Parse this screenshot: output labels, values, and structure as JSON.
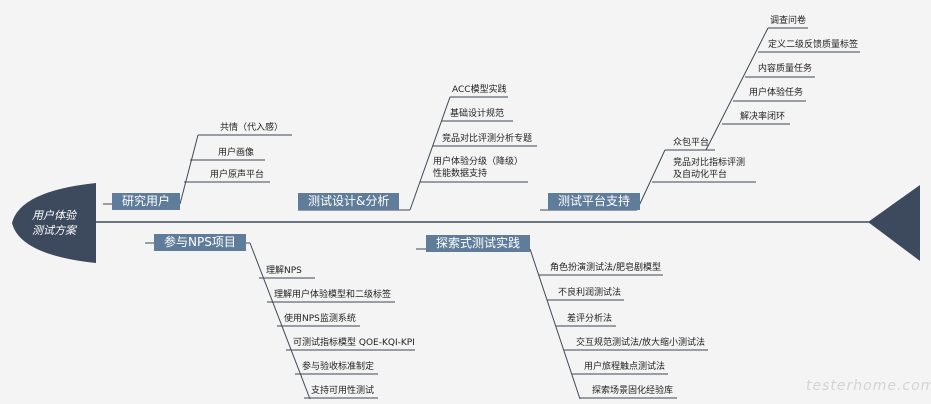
{
  "center": {
    "title_line1": "用户体验",
    "title_line2": "测试方案"
  },
  "colors": {
    "head": "#3d4a5d",
    "box": "#5f7d9b",
    "line": "#3e4958"
  },
  "branches": {
    "research": {
      "label": "研究用户",
      "items": [
        "共情（代入感）",
        "用户画像",
        "用户原声平台"
      ]
    },
    "nps": {
      "label": "参与NPS项目",
      "items": [
        "理解NPS",
        "理解用户体验模型和二级标签",
        "使用NPS监测系统",
        "可测试指标模型 QOE-KQI-KPI",
        "参与验收标准制定",
        "支持可用性测试"
      ]
    },
    "design": {
      "label": "测试设计&分析",
      "items": [
        "ACC模型实践",
        "基础设计规范",
        "竞品对比评测分析专题"
      ],
      "item4_line1": "用户体验分级（降级）",
      "item4_line2": "性能数据支持"
    },
    "explore": {
      "label": "探索式测试实践",
      "items": [
        "角色扮演测试法/肥皂剧模型",
        "不良利润测试法",
        "差评分析法",
        "交互规范测试法/放大缩小测试法",
        "用户旅程触点测试法",
        "探索场景固化经验库"
      ]
    },
    "platform": {
      "label": "测试平台支持",
      "sub1": "众包平台",
      "sub1_items": [
        "调查问卷",
        "定义二级反馈质量标签",
        "内容质量任务",
        "用户体验任务",
        "解决率闭环"
      ],
      "sub2_line1": "竞品对比指标评测",
      "sub2_line2": "及自动化平台"
    }
  },
  "watermark": "testerhome.com"
}
